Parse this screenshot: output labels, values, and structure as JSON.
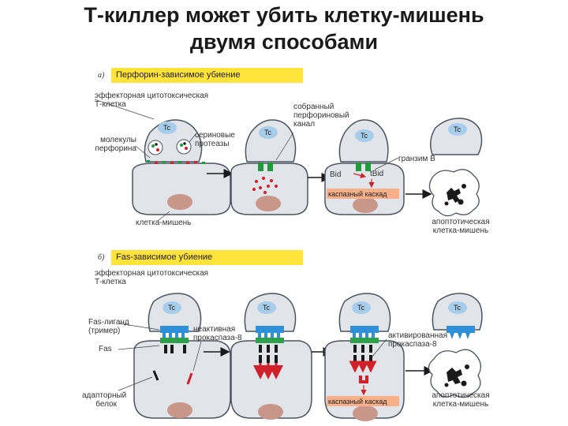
{
  "title": {
    "line1": "Т-киллер может убить клетку-мишень",
    "line2": "двумя способами"
  },
  "panel_a": {
    "letter": "а)",
    "header": "Перфорин-зависимое убиение",
    "effector_label": "эффекторная цитотоксическая\nТ-клетка",
    "perforin_label": "молекулы\nперфорина",
    "protease_label": "сериновые\nпротеазы",
    "channel_label": "собранный\nперфориновый\nканал",
    "granzyme_label": "гранзим В",
    "bid": "Bid",
    "tbid": "tBid",
    "cascade": "каспазный каскад",
    "target_label": "клетка-мишень",
    "apoptotic_label": "апоптотическая\nклетка-мишень",
    "tc": "Tc"
  },
  "panel_b": {
    "letter": "б)",
    "header": "Fas-зависимое убиение",
    "effector_label": "эффекторная цитотоксическая\nТ-клетка",
    "fasl_label": "Fas-лиганд\n(тример)",
    "fas_label": "Fas",
    "adaptor_label": "адапторный\nбелок",
    "inactive_label": "неактивная\nпрокаспаза-8",
    "active_label": "активированная\nпрокаспаза-8",
    "cascade": "каспазный каскад",
    "apoptotic_label": "апоптотическая\nклетка-мишень",
    "tc": "Tc"
  },
  "colors": {
    "band": "#ffe23a",
    "cell_fill": "#e1e5ea",
    "cell_stroke": "#4a5560",
    "nucleus": "#c9968a",
    "cascade": "#f7b08a",
    "arrow": "#1a1a1a",
    "red": "#d0202a",
    "green": "#1f9a3c",
    "blue": "#2f8fd8"
  }
}
